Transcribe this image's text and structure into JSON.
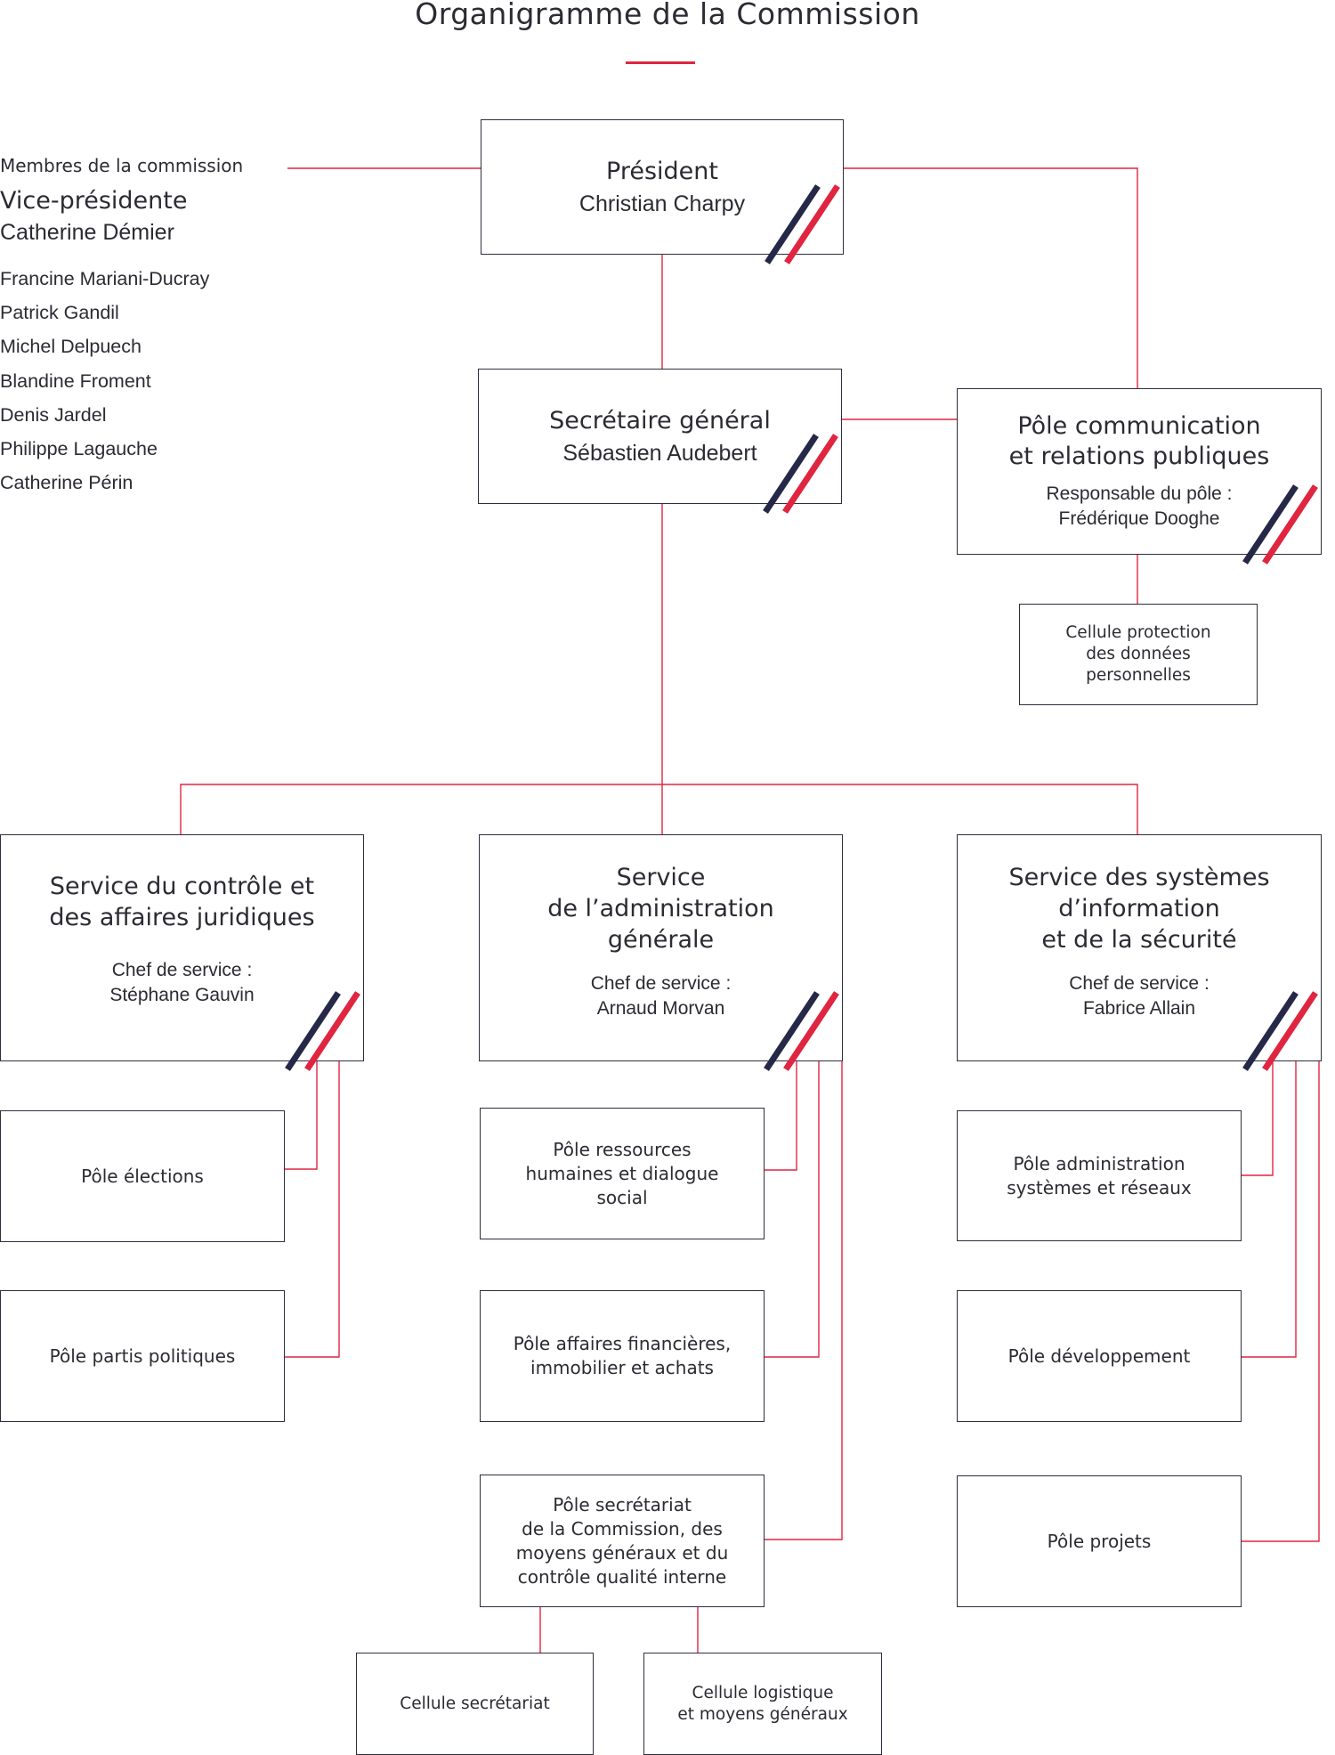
{
  "title": "Organigramme de la Commission",
  "colors": {
    "accent": "#e02540",
    "navy": "#262848",
    "border": "#2e2e3e",
    "text": "#2b2b33"
  },
  "members": {
    "heading": "Membres de la commission",
    "vice_title": "Vice-présidente",
    "vice_name": "Catherine Démier",
    "list": [
      "Francine Mariani-Ducray",
      "Patrick Gandil",
      "Michel Delpuech",
      "Blandine Froment",
      "Denis Jardel",
      "Philippe Lagauche",
      "Catherine Périn"
    ]
  },
  "president": {
    "title": "Président",
    "name": "Christian Charpy"
  },
  "secretary": {
    "title": "Secrétaire général",
    "name": "Sébastien Audebert"
  },
  "communication": {
    "title_1": "Pôle communication",
    "title_2": "et relations publiques",
    "role_label": "Responsable du pôle :",
    "name": "Frédérique Dooghe"
  },
  "data_protection": [
    "Cellule protection",
    "des données",
    "personnelles"
  ],
  "services": {
    "control": {
      "title": [
        "Service du contrôle et",
        "des affaires juridiques"
      ],
      "role_label": "Chef de service :",
      "name": "Stéphane Gauvin",
      "poles": [
        "Pôle élections",
        "Pôle partis politiques"
      ]
    },
    "administration": {
      "title": [
        "Service",
        "de l’administration",
        "générale"
      ],
      "role_label": "Chef de service :",
      "name": "Arnaud Morvan",
      "poles": [
        [
          "Pôle ressources",
          "humaines et dialogue",
          "social"
        ],
        [
          "Pôle affaires financières,",
          "immobilier et achats"
        ],
        [
          "Pôle secrétariat",
          "de la Commission, des",
          "moyens généraux et du",
          "contrôle qualité interne"
        ]
      ],
      "cells": [
        "Cellule secrétariat",
        [
          "Cellule logistique",
          "et moyens généraux"
        ]
      ]
    },
    "information": {
      "title": [
        "Service des systèmes",
        "d’information",
        "et de la sécurité"
      ],
      "role_label": "Chef de service :",
      "name": "Fabrice Allain",
      "poles": [
        [
          "Pôle administration",
          "systèmes et réseaux"
        ],
        "Pôle développement",
        "Pôle projets"
      ]
    }
  }
}
